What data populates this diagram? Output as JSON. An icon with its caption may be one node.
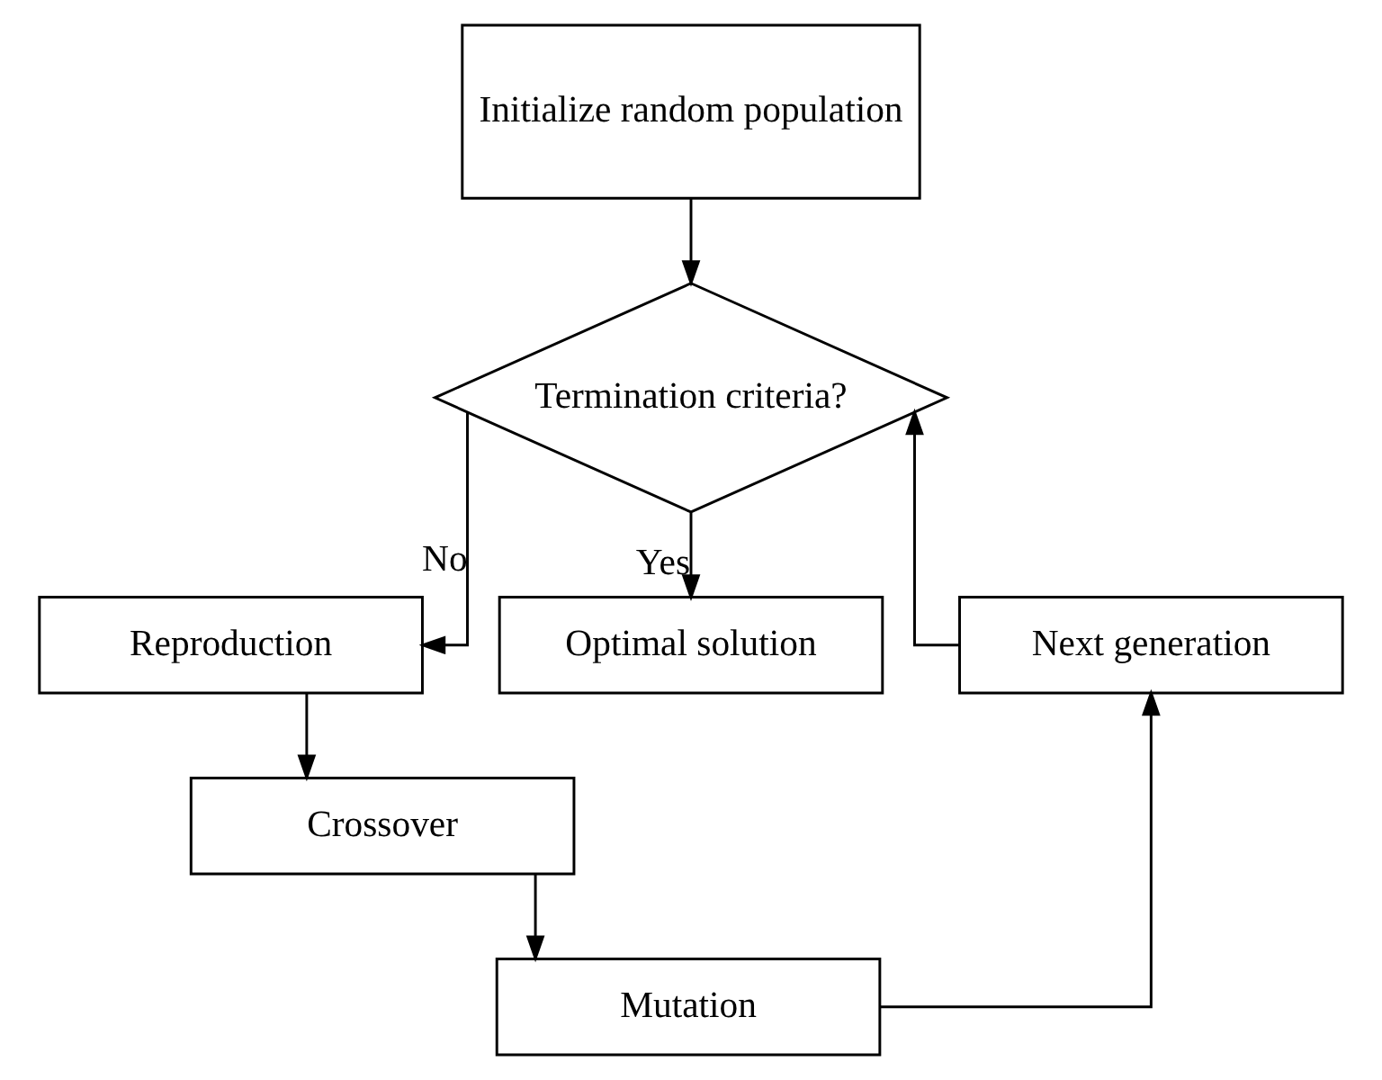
{
  "diagram": {
    "nodes": [
      {
        "text": [
          "Initialize random population"
        ]
      },
      {
        "text": [
          "Termination criteria?"
        ]
      },
      {
        "text": [
          "Reproduction"
        ]
      },
      {
        "text": [
          "Crossover"
        ]
      },
      {
        "text": [
          "Mutation"
        ]
      },
      {
        "text": [
          "Next generation"
        ]
      },
      {
        "text": [
          "Optimal solution"
        ]
      }
    ],
    "edges": [
      {
        "from": 0,
        "to": 1,
        "arrow": "to"
      },
      {
        "from": 1,
        "to": 2,
        "arrow": "to",
        "label": "No"
      },
      {
        "from": 1,
        "to": 6,
        "arrow": "to",
        "label": "Yes"
      },
      {
        "from": 2,
        "to": 3,
        "arrow": "to"
      },
      {
        "from": 3,
        "to": 4,
        "arrow": "to"
      },
      {
        "from": 4,
        "to": 5,
        "arrow": "to"
      },
      {
        "from": 5,
        "to": 1,
        "arrow": "to"
      }
    ]
  }
}
